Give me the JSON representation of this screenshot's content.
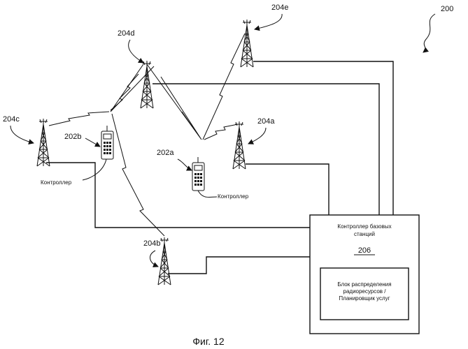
{
  "diagram": {
    "figure_ref": "200",
    "towers": {
      "a": "204a",
      "b": "204b",
      "c": "204c",
      "d": "204d",
      "e": "204e"
    },
    "phones": {
      "a": "202a",
      "b": "202b"
    },
    "phone_labels": {
      "a": "Контроллер",
      "b": "Контроллер"
    },
    "bsc": {
      "title_line1": "Контроллер базовых",
      "title_line2": "станций",
      "number": "206",
      "inner_line1": "Блок распределения",
      "inner_line2": "радиоресурсов /",
      "inner_line3": "Планировщик услуг"
    },
    "caption": "Фиг. 12"
  }
}
